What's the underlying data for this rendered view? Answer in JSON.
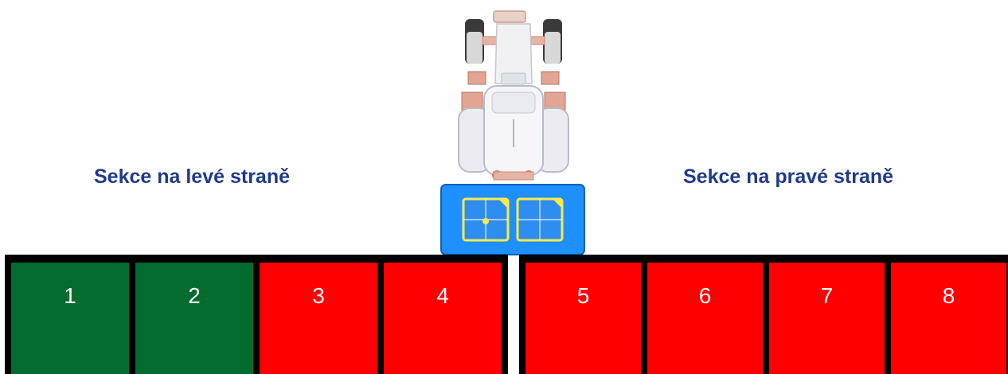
{
  "labels": {
    "left_side": "Sekce na levé straně",
    "right_side": "Sekce na pravé straně"
  },
  "colors": {
    "section_on": "#046b2e",
    "section_off": "#ff0000",
    "label_text": "#1f3a8a",
    "hopper": "#1e90ff"
  },
  "icons": {
    "machine": "tractor-top-view-icon",
    "hopper": "seed-hopper-icon"
  },
  "sections": {
    "left": [
      {
        "label": "1",
        "state": "on"
      },
      {
        "label": "2",
        "state": "on"
      },
      {
        "label": "3",
        "state": "off"
      },
      {
        "label": "4",
        "state": "off"
      }
    ],
    "right": [
      {
        "label": "5",
        "state": "off"
      },
      {
        "label": "6",
        "state": "off"
      },
      {
        "label": "7",
        "state": "off"
      },
      {
        "label": "8",
        "state": "off"
      }
    ]
  }
}
